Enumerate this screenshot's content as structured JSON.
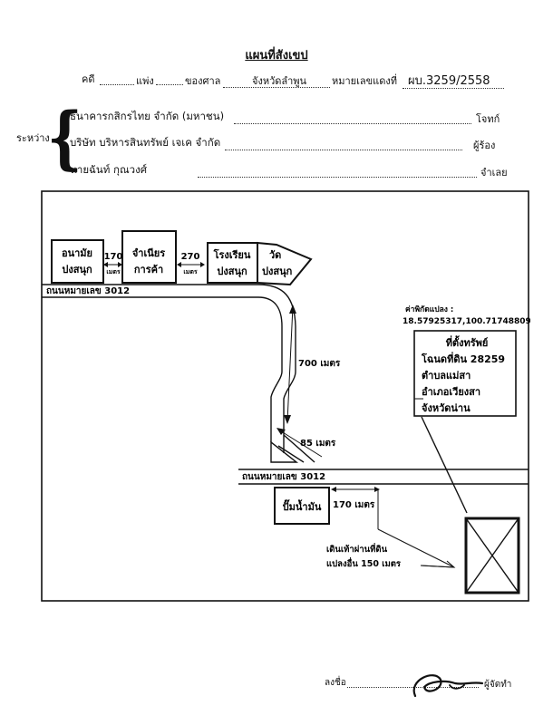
{
  "header": {
    "title": "แผนที่สังเขป",
    "case_label": "คดี",
    "division_label": "แพ่ง",
    "court_label": "ของศาล",
    "court_name": "จังหวัดลำพูน",
    "red_number_label": "หมายเลขแดงที่",
    "red_number": "ผบ.3259/2558"
  },
  "parties": {
    "between_label": "ระหว่าง",
    "plaintiff": "ธนาคารกสิกรไทย จำกัด (มหาชน)",
    "plaintiff_role": "โจทก์",
    "petitioner": "บริษัท บริหารสินทรัพย์ เจเค จำกัด",
    "petitioner_role": "ผู้ร้อง",
    "defendant": "นายฉันท์ กุณวงศ์",
    "defendant_role": "จำเลย"
  },
  "map": {
    "buildings": [
      {
        "line1": "อนามัย",
        "line2": "ปงสนุก"
      },
      {
        "line1": "จำเนียร",
        "line2": "การค้า"
      },
      {
        "line1": "โรงเรียน",
        "line2": "ปงสนุก"
      },
      {
        "line1": "วัด",
        "line2": "ปงสนุก"
      }
    ],
    "gap1": {
      "value": "170",
      "unit": "เมตร"
    },
    "gap2": {
      "value": "270",
      "unit": "เมตร"
    },
    "road_top": "ถนนหมายเลข 3012",
    "road_bottom": "ถนนหมายเลข 3012",
    "dist_700": "700 เมตร",
    "dist_85": "85 เมตร",
    "dist_170": "170 เมตร",
    "gas_station": "ปั๊มน้ำมัน",
    "coord_label": "ค่าพิกัดแปลง :",
    "coord_value": "18.57925317,100.71748809",
    "property": {
      "line1": "ที่ตั้งทรัพย์",
      "line2": "โฉนดที่ดิน 28259",
      "line3": "ตำบลแม่สา",
      "line4": "อำเภอเวียงสา",
      "line5": "จังหวัดน่าน"
    },
    "walk_line1": "เดินเท้าผ่านที่ดิน",
    "walk_line2": "แปลงอื่น 150 เมตร"
  },
  "signature": {
    "sign_label": "ลงชื่อ",
    "role": "ผู้จัดทำ"
  }
}
